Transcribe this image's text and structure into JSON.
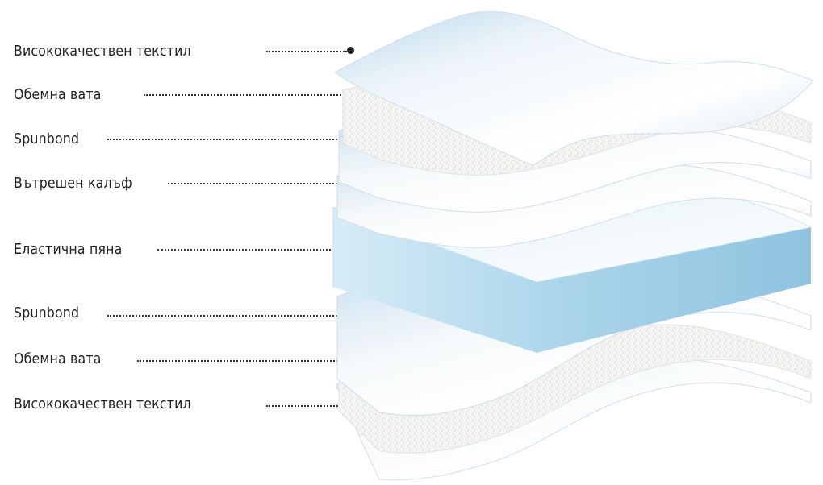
{
  "layers": [
    {
      "label": "Висококачествен текстил"
    },
    {
      "label": "Обемна вата"
    },
    {
      "label": "Spunbond"
    },
    {
      "label": "Вътрешен калъф"
    },
    {
      "label": "Еластична пяна"
    },
    {
      "label": "Spunbond"
    },
    {
      "label": "Обемна вата"
    },
    {
      "label": "Висококачествен текстил"
    }
  ],
  "colors": {
    "foam": "#a9d4ea",
    "fabric": "#eef3f8",
    "batting": "#f6f6f4",
    "text": "#1f1f1f"
  }
}
